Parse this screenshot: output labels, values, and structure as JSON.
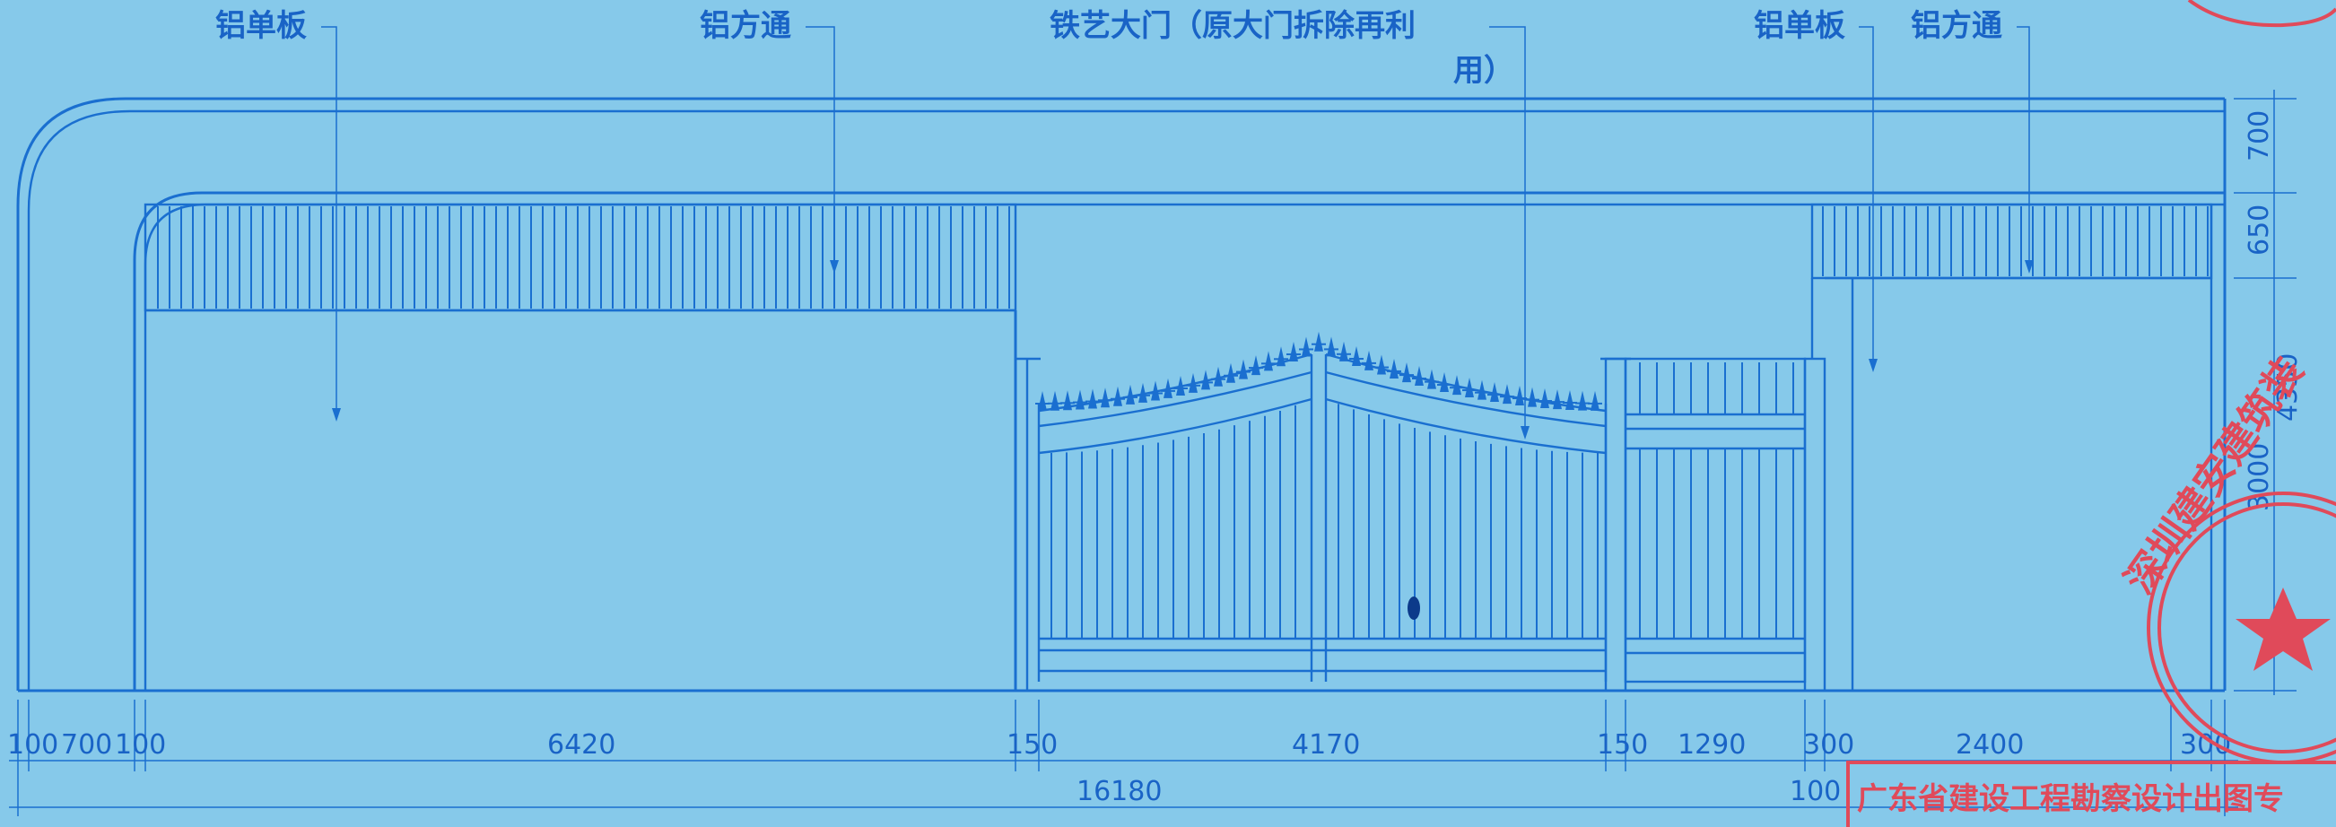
{
  "labels": {
    "aluminum_panel_left": "铝单板",
    "aluminum_tube_left": "铝方通",
    "iron_gate_line1": "铁艺大门（原大门拆除再利",
    "iron_gate_line2": "用）",
    "aluminum_panel_right": "铝单板",
    "aluminum_tube_right": "铝方通"
  },
  "dimensions_bottom": {
    "d100_left": "100",
    "d700": "700",
    "d100_b": "100",
    "d6420": "6420",
    "d150_a": "150",
    "d4170": "4170",
    "d150_b": "150",
    "d1290": "1290",
    "d300_a": "300",
    "d2400": "2400",
    "d300_b": "300",
    "d100_right": "100",
    "total": "16180"
  },
  "dimensions_right": {
    "d700": "700",
    "d650": "650",
    "d4350": "4350",
    "d3000": "3000"
  },
  "stamps": {
    "red_seal_text": "深圳建安建筑装",
    "rect_stamp_text": "广东省建设工程勘察设计出图专"
  },
  "colors": {
    "background": "#86c9ea",
    "line": "#1a6fd0",
    "stamp": "#e04a5a"
  }
}
